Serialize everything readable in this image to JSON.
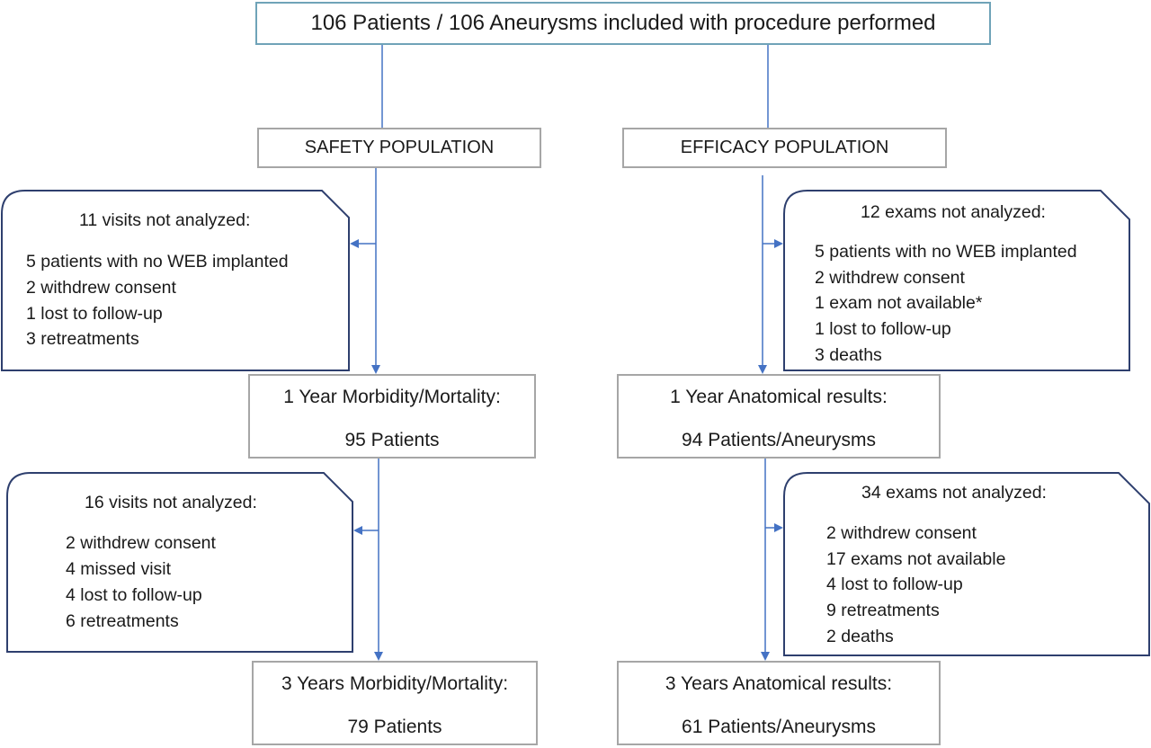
{
  "top": {
    "text": "106 Patients / 106 Aneurysms included with procedure performed"
  },
  "safety": {
    "label": "SAFETY POPULATION",
    "note1": {
      "title": "11 visits not analyzed:",
      "items": [
        "5 patients with no WEB implanted",
        "2 withdrew consent",
        "1 lost to follow-up",
        "3 retreatments"
      ]
    },
    "result1": {
      "line1": "1 Year Morbidity/Mortality:",
      "line2": "95 Patients"
    },
    "note2": {
      "title": "16 visits not analyzed:",
      "items": [
        "2 withdrew consent",
        "4 missed visit",
        "4 lost to follow-up",
        "6 retreatments"
      ]
    },
    "result2": {
      "line1": "3 Years Morbidity/Mortality:",
      "line2": "79 Patients"
    }
  },
  "efficacy": {
    "label": "EFFICACY POPULATION",
    "note1": {
      "title": "12 exams not analyzed:",
      "items": [
        "5 patients with no WEB implanted",
        "2 withdrew consent",
        "1 exam not available*",
        "1 lost to follow-up",
        "3 deaths"
      ]
    },
    "result1": {
      "line1": "1 Year Anatomical results:",
      "line2": "94 Patients/Aneurysms"
    },
    "note2": {
      "title": "34 exams not analyzed:",
      "items": [
        "2 withdrew consent",
        "17 exams not available",
        "4 lost to follow-up",
        "9 retreatments",
        "2 deaths"
      ]
    },
    "result2": {
      "line1": "3 Years Anatomical results:",
      "line2": "61 Patients/Aneurysms"
    }
  },
  "colors": {
    "connector": "#4472c4",
    "note_border": "#2e3f6e",
    "box_border": "#a6a6a6",
    "top_border": "#6fa3b8"
  }
}
